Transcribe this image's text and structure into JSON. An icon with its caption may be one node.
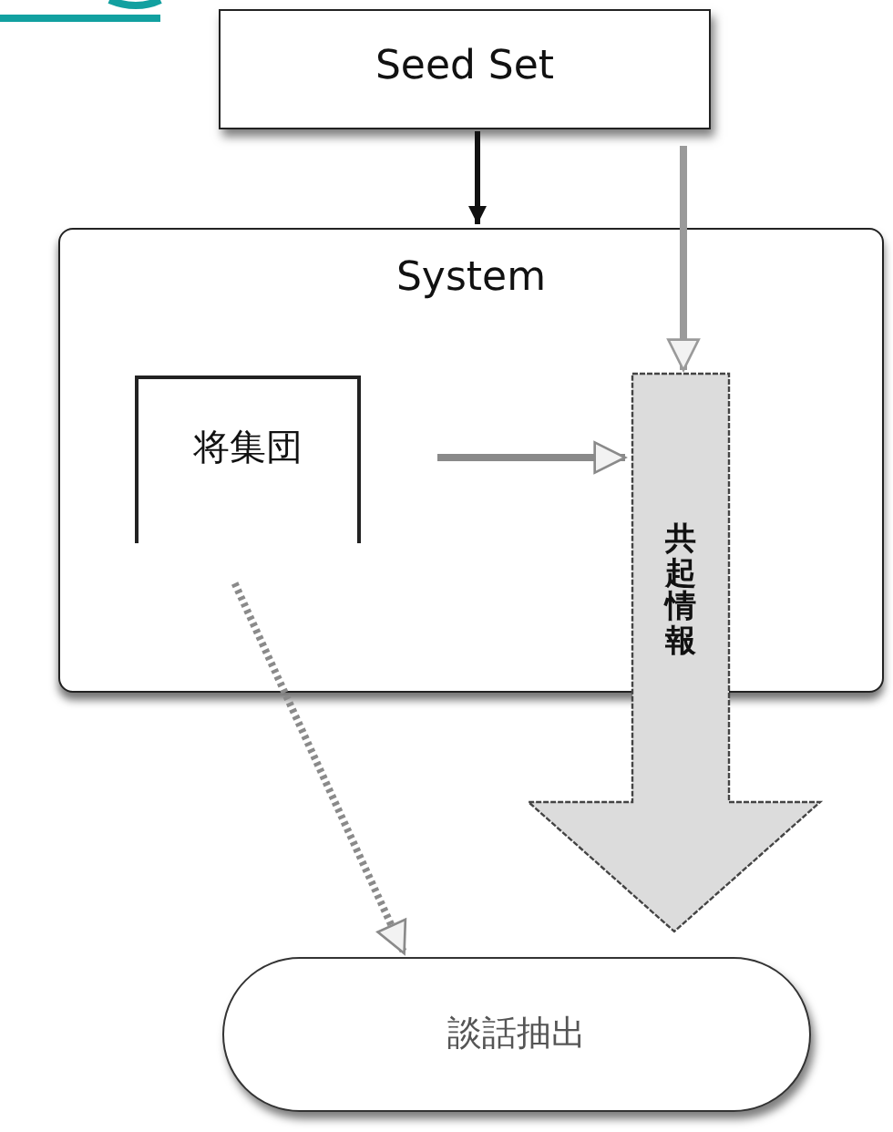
{
  "diagram": {
    "nodes": [
      {
        "text": [
          "Seed Set"
        ]
      },
      {
        "text": [
          "System"
        ]
      },
      {
        "text": [
          "将集団"
        ],
        "in": 1
      },
      {
        "text": [
          "共起情報"
        ]
      },
      {
        "text": [
          "談話抽出"
        ]
      }
    ],
    "edges": [
      {
        "from": 0,
        "to": 1,
        "arrow": "to",
        "color": "#111111"
      },
      {
        "from": 0,
        "to": 3,
        "arrow": "to",
        "color": "#9a9a9a"
      },
      {
        "from": 2,
        "to": 3,
        "arrow": "to",
        "color": "#8a8a8a"
      },
      {
        "from": 2,
        "to": 4,
        "arrow": "to",
        "color": "#8a8a8a",
        "style": "dashed"
      }
    ]
  }
}
